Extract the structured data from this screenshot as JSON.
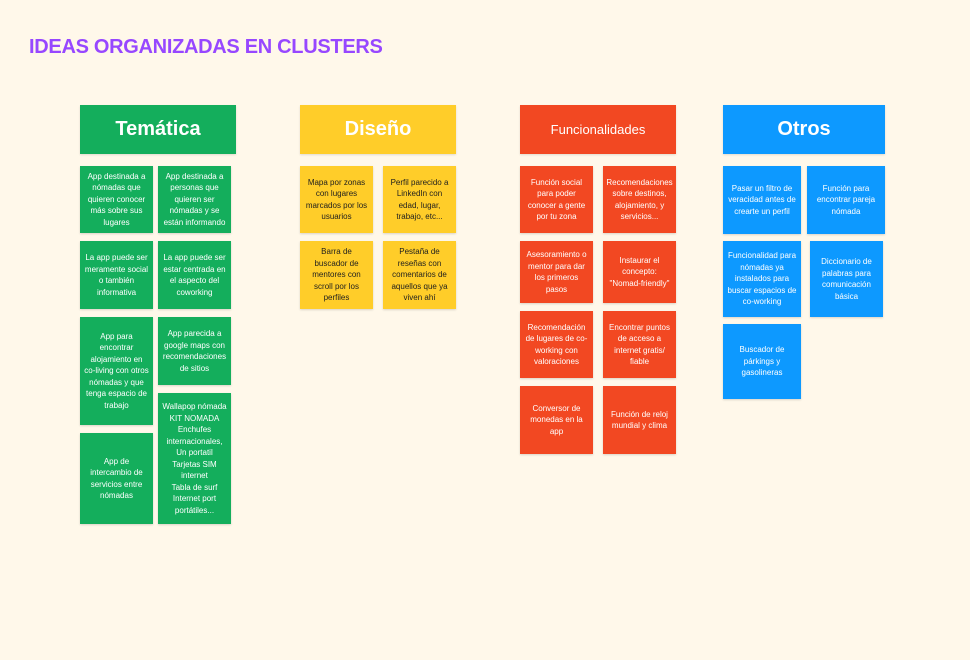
{
  "page": {
    "title": "IDEAS ORGANIZADAS EN CLUSTERS"
  },
  "colors": {
    "tematica": "#14ae5c",
    "diseno": "#ffcd29",
    "funcionalidades": "#f24822",
    "otros": "#0d99ff",
    "title": "#9747ff",
    "background": "#fff8ea"
  },
  "clusters": [
    {
      "header": "Temática",
      "notes": [
        "App destinada a nómadas que quieren conocer más sobre sus lugares",
        "App destinada a personas que quieren ser nómadas y se están informando",
        "La app puede ser meramente social o también informativa",
        "La app puede ser estar centrada en el aspecto del coworking",
        "App para encontrar alojamiento en co-living con otros nómadas y que tenga espacio de trabajo",
        "App parecida a google maps con recomendaciones de sitios",
        "App de intercambio de servicios entre nómadas",
        "Wallapop nómada\nKIT NOMADA\nEnchufes internacionales,\nUn portatil\nTarjetas SIM internet\nTabla de surf\nInternet port portátiles..."
      ]
    },
    {
      "header": "Diseño",
      "notes": [
        "Mapa por zonas con lugares marcados por los usuarios",
        "Perfil parecido a LinkedIn con edad, lugar, trabajo, etc...",
        "Barra de buscador de mentores con scroll por los perfiles",
        "Pestaña de reseñas con comentarios de aquellos que ya viven ahí"
      ]
    },
    {
      "header": "Funcionalidades",
      "notes": [
        "Función social para poder conocer a gente por tu zona",
        "Recomendaciones sobre destinos, alojamiento, y servicios...",
        "Asesoramiento o mentor para dar los primeros pasos",
        "Instaurar el concepto: \"Nomad-friendly\"",
        "Recomendación de lugares de co-working con valoraciones",
        "Encontrar puntos de acceso a internet gratis/ fiable",
        "Conversor de monedas en la app",
        "Función de reloj mundial y clima"
      ]
    },
    {
      "header": "Otros",
      "notes": [
        "Pasar un filtro de veracidad antes de crearte un perfil",
        "Función para encontrar pareja nómada",
        "Funcionalidad para nómadas ya instalados para buscar espacios de co-working",
        "Diccionario de palabras para comunicación básica",
        "Buscador de párkings y gasolineras"
      ]
    }
  ]
}
